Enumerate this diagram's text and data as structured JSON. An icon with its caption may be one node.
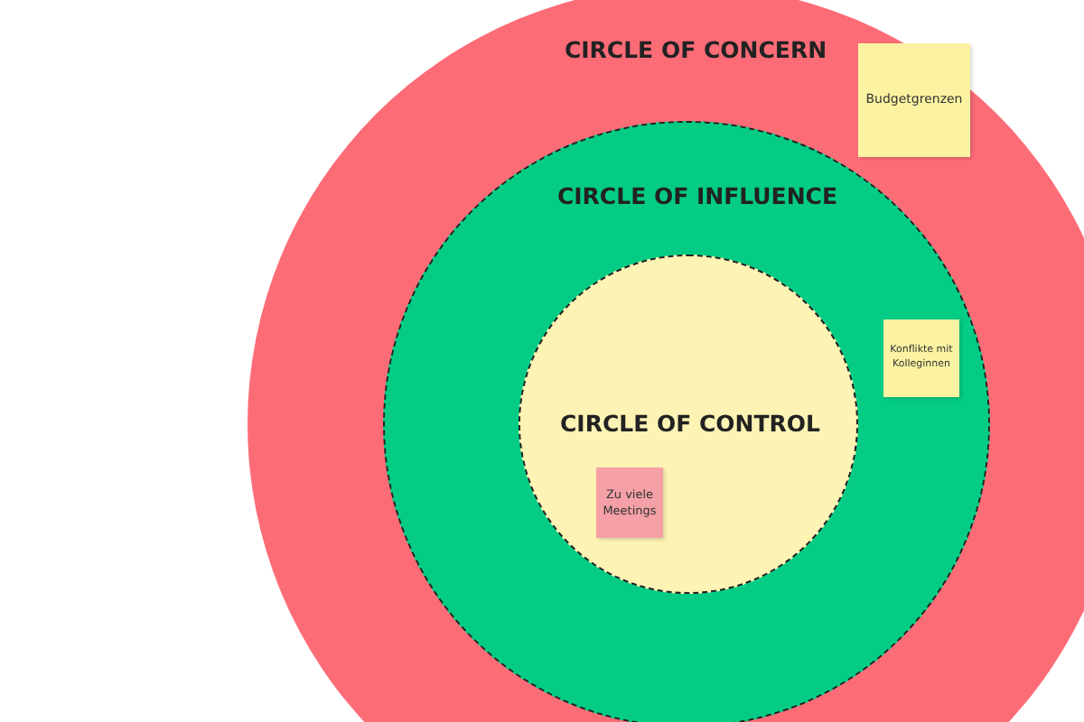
{
  "diagram": {
    "nodes": [
      {
        "text": [
          "CIRCLE OF CONCERN"
        ]
      },
      {
        "text": [
          "Budgetgrenzen"
        ],
        "in": 0
      },
      {
        "text": [
          "CIRCLE OF INFLUENCE"
        ],
        "in": 0
      },
      {
        "text": [
          "Konflikte mit Kolleginnen"
        ],
        "in": 2
      },
      {
        "text": [
          "CIRCLE OF CONTROL"
        ],
        "in": 2
      },
      {
        "text": [
          "Zu viele Meetings"
        ],
        "in": 4
      }
    ]
  }
}
